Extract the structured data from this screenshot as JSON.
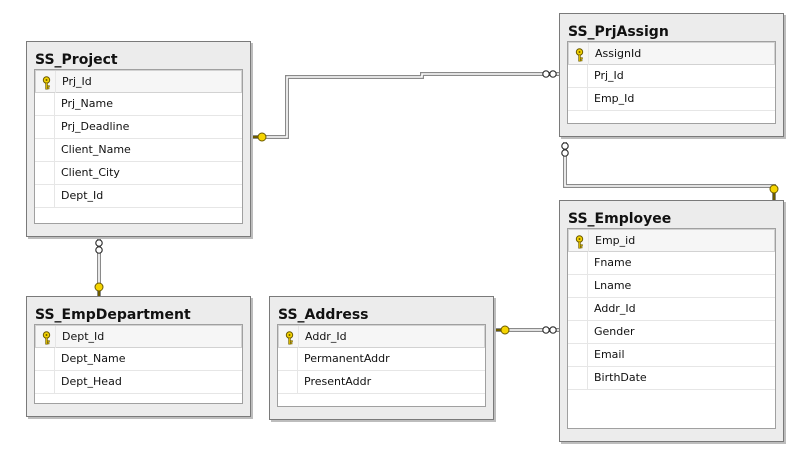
{
  "tables": {
    "project": {
      "title": "SS_Project",
      "columns": [
        "Prj_Id",
        "Prj_Name",
        "Prj_Deadline",
        "Client_Name",
        "Client_City",
        "Dept_Id"
      ],
      "key_index": 0
    },
    "prjassign": {
      "title": "SS_PrjAssign",
      "columns": [
        "AssignId",
        "Prj_Id",
        "Emp_Id"
      ],
      "key_index": 0
    },
    "employee": {
      "title": "SS_Employee",
      "columns": [
        "Emp_id",
        "Fname",
        "Lname",
        "Addr_Id",
        "Gender",
        "Email",
        "BirthDate"
      ],
      "key_index": 0
    },
    "empdepartment": {
      "title": "SS_EmpDepartment",
      "columns": [
        "Dept_Id",
        "Dept_Name",
        "Dept_Head"
      ],
      "key_index": 0
    },
    "address": {
      "title": "SS_Address",
      "columns": [
        "Addr_Id",
        "PermanentAddr",
        "PresentAddr"
      ],
      "key_index": 0
    }
  },
  "relationships": [
    {
      "one": "project",
      "many": "prjassign"
    },
    {
      "one": "employee",
      "many": "prjassign"
    },
    {
      "one": "empdepartment",
      "many": "project"
    },
    {
      "one": "address",
      "many": "employee"
    }
  ],
  "colors": {
    "key_icon": "#f5d400",
    "connector": "#8a8a8a",
    "header_bg": "#ececec"
  }
}
